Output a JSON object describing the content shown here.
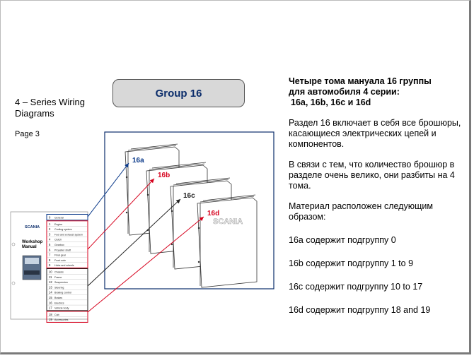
{
  "left": {
    "title": "4 – Series Wiring Diagrams",
    "page": "Page 3"
  },
  "group": {
    "label": "Group 16"
  },
  "right": {
    "heading": [
      "Четыре тома мануала 16 группы",
      "для автомобиля 4 серии:",
      "16a, 16b, 16c и 16d"
    ],
    "paragraph1": "Раздел 16 включает в себя все брошюры, касающиеся электрических цепей и компонентов.",
    "paragraph2": "В связи с тем, что количество брошюр в разделе очень велико,  они разбиты на 4 тома.",
    "paragraph3": "Материал расположен следующим образом:",
    "contents": [
      "16a содержит подгруппу 0",
      "16b содержит подгруппу 1 to 9",
      "16c содержит подгруппу 10 to 17",
      "16d содержит подгруппу 18 and 19"
    ]
  },
  "figure": {
    "binders": [
      "16a",
      "16b",
      "16c",
      "16d"
    ],
    "binder_colors": [
      "#0b3a8a",
      "#d6001c",
      "#222222",
      "#d6001c"
    ],
    "brand": "SCANIA",
    "manual_title": [
      "Workshop",
      "Manual"
    ],
    "tab_rows": [
      {
        "num": "0",
        "label": "General"
      },
      {
        "num": "1",
        "label": "Engine"
      },
      {
        "num": "2",
        "label": "Cooling system"
      },
      {
        "num": "3",
        "label": "Fuel and exhaust system"
      },
      {
        "num": "4",
        "label": "Clutch"
      },
      {
        "num": "5",
        "label": "Gearbox"
      },
      {
        "num": "6",
        "label": "Propeller shaft"
      },
      {
        "num": "7",
        "label": "Final gear"
      },
      {
        "num": "8",
        "label": "Front axle"
      },
      {
        "num": "9",
        "label": "Hubs and wheels"
      },
      {
        "num": "10",
        "label": "Chassis"
      },
      {
        "num": "11",
        "label": "Frame"
      },
      {
        "num": "12",
        "label": "Suspension"
      },
      {
        "num": "13",
        "label": "Steering"
      },
      {
        "num": "14",
        "label": "Braking control"
      },
      {
        "num": "15",
        "label": "Brakes"
      },
      {
        "num": "16",
        "label": "Electrics"
      },
      {
        "num": "17",
        "label": "Vehicle body"
      },
      {
        "num": "18",
        "label": "Cab"
      },
      {
        "num": "19",
        "label": "Accessories"
      }
    ]
  }
}
